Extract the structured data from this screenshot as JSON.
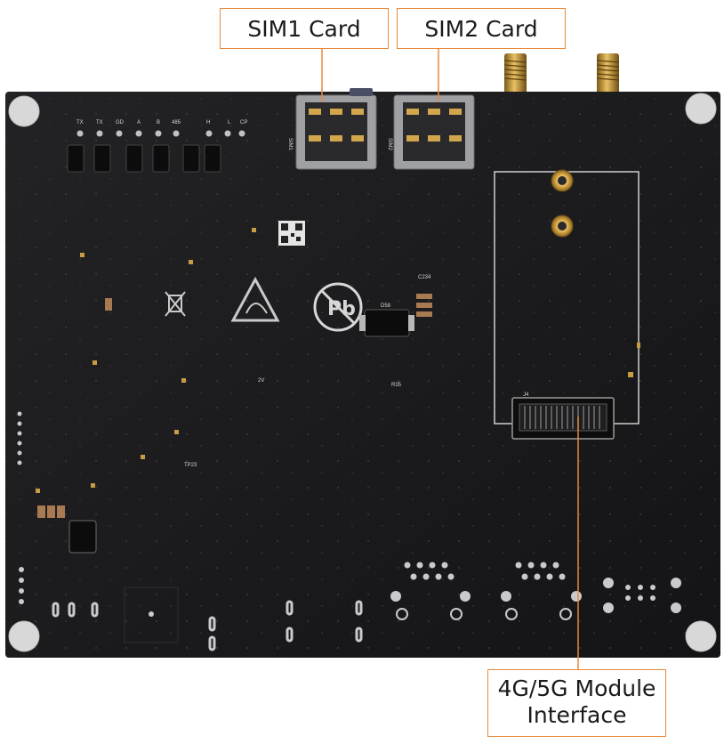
{
  "callouts": {
    "sim1": "SIM1 Card",
    "sim2": "SIM2 Card",
    "module_line1": "4G/5G Module",
    "module_line2": "Interface"
  },
  "board": {
    "silk": {
      "sim1_ref": "SIM1",
      "sim2_ref": "SIM2",
      "slot_ref": "J4",
      "ic_ref": "D58",
      "cap_ref": "C234",
      "tp_ref": "TP23",
      "mark_2v": "2V",
      "res_ref": "R35"
    },
    "pin_labels": [
      "TX",
      "TX",
      "GD",
      "A",
      "B",
      "485",
      "H",
      "L",
      "CP"
    ]
  },
  "colors": {
    "accent": "#e8893a",
    "board": "#1c1c1e",
    "silk": "#d7d7d7",
    "gold": "#d4a23a"
  }
}
